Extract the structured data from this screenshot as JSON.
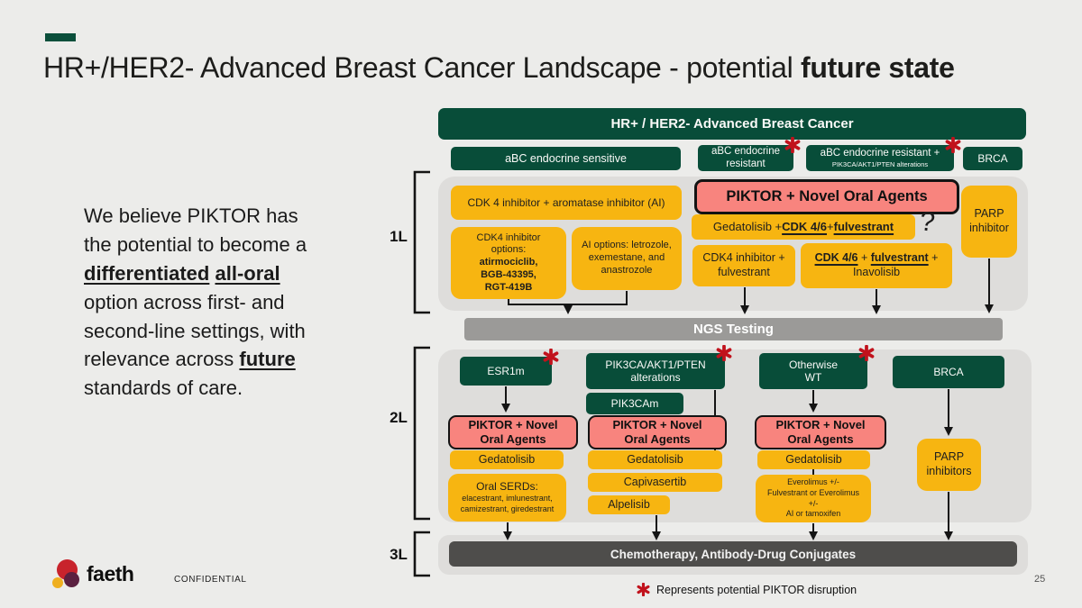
{
  "slide": {
    "title_regular": "HR+/HER2- Advanced Breast Cancer Landscape - potential ",
    "title_bold": "future state",
    "page_number": "25",
    "confidential_label": "CONFIDENTIAL",
    "brand_name": "faeth",
    "legend_text": "Represents potential PIKTOR disruption"
  },
  "intro": {
    "seg1": "We believe PIKTOR has\nthe potential to become a\n",
    "seg2": "differentiated",
    "seg3": " ",
    "seg4": "all-oral",
    "seg5": "\noption across first- and\nsecond-line settings, with\nrelevance across ",
    "seg6": "future",
    "seg7": "\nstandards of care."
  },
  "pathway": {
    "header": "HR+ / HER2- Advanced Breast Cancer",
    "cohorts": {
      "sensitive": "aBC endocrine sensitive",
      "resistant": "aBC endocrine\nresistant",
      "resistant_alterations_line1": "aBC endocrine resistant +",
      "resistant_alterations_line2": "PIK3CA/AKT1/PTEN alterations",
      "brca": "BRCA"
    },
    "line_labels": {
      "first": "1L",
      "second": "2L",
      "third": "3L"
    },
    "first_line": {
      "cdk4_ai": "CDK 4 inhibitor + aromatase inhibitor (AI)",
      "cdk4_options_label": "CDK4 inhibitor\noptions:",
      "cdk4_options_drugs": "atirmociclib,\nBGB-43395,\nRGT-419B",
      "ai_options": "AI options: letrozole,\nexemestane, and\nanastrozole",
      "piktor": "PIKTOR + Novel Oral Agents",
      "gedatolisib_combo": {
        "p1": "Gedatolisib + ",
        "p2": "CDK 4/6",
        "p3": " + ",
        "p4": "fulvestrant"
      },
      "question_mark": "?",
      "cdk4_fulvestrant": "CDK4 inhibitor +\nfulvestrant",
      "cdk46_combo": {
        "p1": "CDK 4/6",
        "p2": " + ",
        "p3": "fulvestrant",
        "p4": " +",
        "line2": "Inavolisib"
      },
      "parp": "PARP\ninhibitor"
    },
    "ngs_label": "NGS Testing",
    "second_line": {
      "esr1m": "ESR1m",
      "pik3ca_alterations": "PIK3CA/AKT1/PTEN\nalterations",
      "pik3cam": "PIK3CAm",
      "otherwise_wt": "Otherwise\nWT",
      "brca": "BRCA",
      "piktor": "PIKTOR + Novel\nOral Agents",
      "gedatolisib": "Gedatolisib",
      "oral_serds_label": "Oral SERDs:",
      "oral_serds_drugs": "elacestrant, imlunestrant,\ncamizestrant, giredestrant",
      "capivasertib": "Capivasertib",
      "alpelisib": "Alpelisib",
      "everolimus_combo": "Everolimus +/-\nFulvestrant or Everolimus\n+/-\nAI or tamoxifen",
      "parp": "PARP\ninhibitors"
    },
    "third_line": {
      "chemo": "Chemotherapy, Antibody-Drug Conjugates"
    }
  },
  "colors": {
    "green": "#084D39",
    "yellow": "#F7B511",
    "pink": "#F8847E",
    "red_marker": "#C1121C",
    "background": "#ECECEA"
  }
}
